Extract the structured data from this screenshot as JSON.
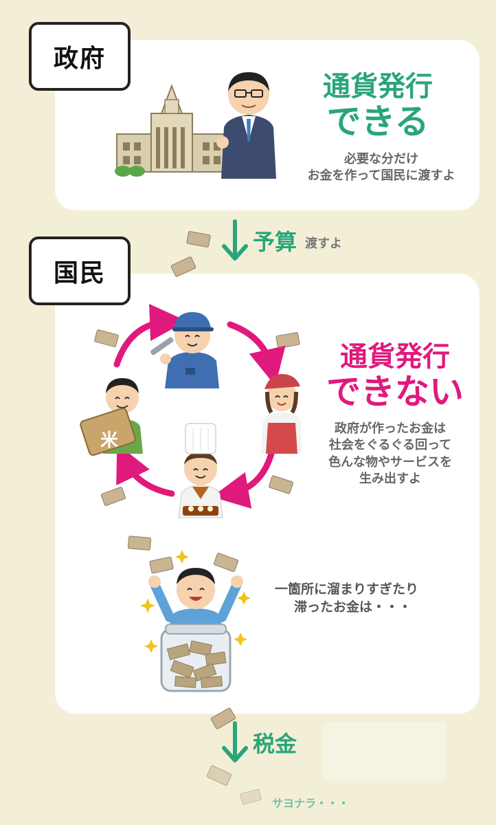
{
  "government": {
    "label": "政府",
    "headline_line1": "通貨発行",
    "headline_line2": "できる",
    "description_line1": "必要な分だけ",
    "description_line2": "お金を作って国民に渡すよ"
  },
  "flow_budget": {
    "label": "予算",
    "note": "渡すよ"
  },
  "people": {
    "label": "国民",
    "headline_line1": "通貨発行",
    "headline_line2": "できない",
    "description_line1": "政府が作ったお金は",
    "description_line2": "社会をぐるぐる回って",
    "description_line3": "色んな物やサービスを",
    "description_line4": "生み出すよ",
    "hoard_line1": "一箇所に溜まりすぎたり",
    "hoard_line2": "滞ったお金は・・・",
    "rice_bag_mark": "米"
  },
  "flow_tax": {
    "label": "税金",
    "note": "サヨナラ・・・"
  },
  "colors": {
    "background": "#f3efd6",
    "green_accent": "#2aa57a",
    "pink_accent": "#e0197d",
    "cycle_arrow": "#e0197d"
  },
  "icons": {
    "down_arrow": "down-arrow-icon",
    "cycle_arrow": "curved-arrow-icon",
    "banknote": "banknote-icon",
    "sparkle": "sparkle-icon"
  }
}
